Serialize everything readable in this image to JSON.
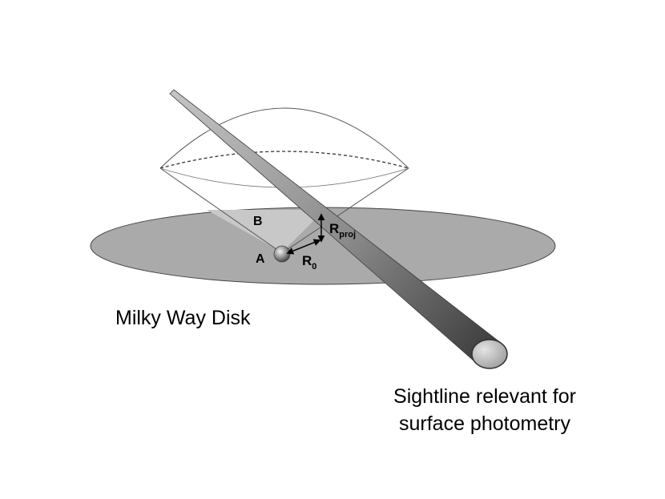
{
  "labels": {
    "disk": "Milky Way Disk",
    "point_a": "A",
    "point_b": "B",
    "r_proj_main": "R",
    "r_proj_sub": "proj",
    "r0_main": "R",
    "r0_sub": "0",
    "sightline_line1": "Sightline relevant for",
    "sightline_line2": "surface photometry"
  },
  "colors": {
    "disk_fill": "#aaaaaa",
    "cone_fill": "#c8c8c8",
    "outline": "#444444",
    "background": "#ffffff"
  }
}
